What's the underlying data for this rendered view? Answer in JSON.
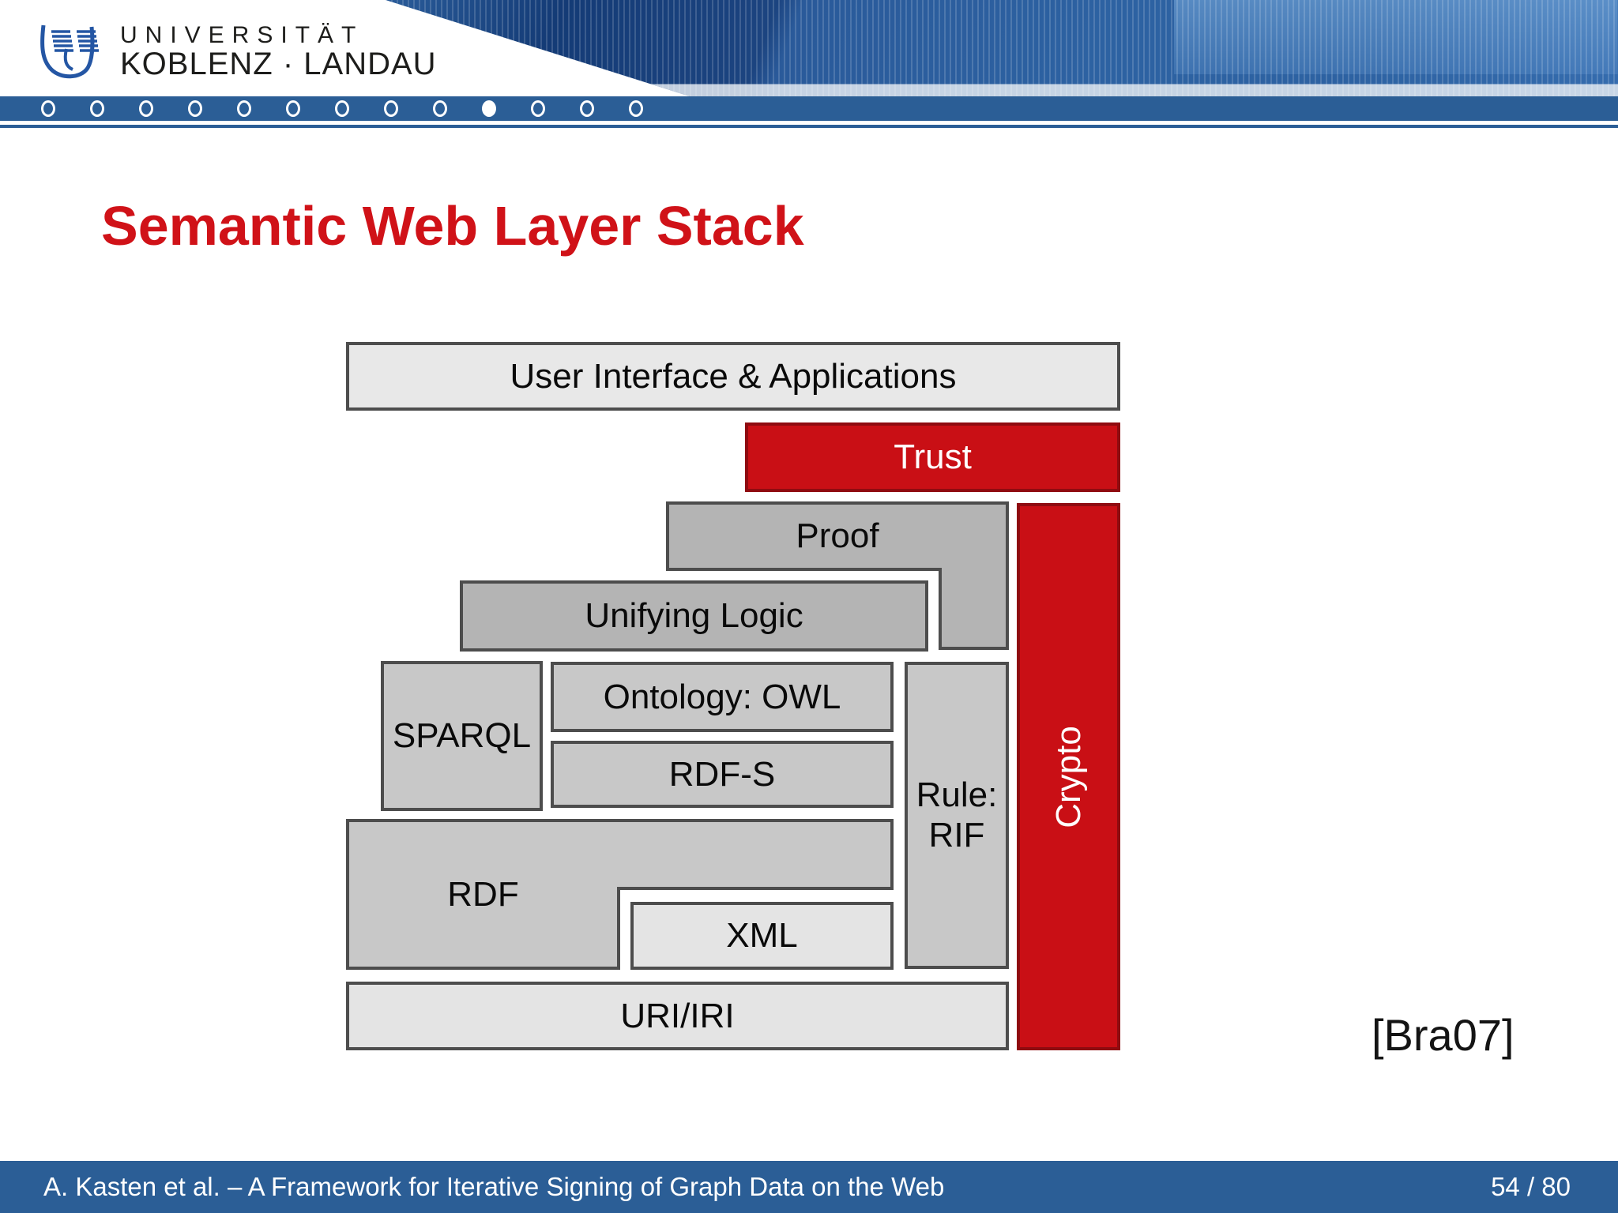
{
  "header": {
    "logo_line1": "UNIVERSITÄT",
    "logo_line2": "KOBLENZ · LANDAU",
    "nav_dots": {
      "count": 13,
      "active_index": 9
    }
  },
  "title": "Semantic Web Layer Stack",
  "diagram": {
    "ui_apps": "User Interface & Applications",
    "trust": "Trust",
    "proof": "Proof",
    "unifying_logic": "Unifying Logic",
    "sparql": "SPARQL",
    "ontology_owl": "Ontology: OWL",
    "rdf_s": "RDF-S",
    "rule_line1": "Rule:",
    "rule_line2": "RIF",
    "rdf": "RDF",
    "xml": "XML",
    "uri_iri": "URI/IRI",
    "crypto": "Crypto",
    "citation": "[Bra07]"
  },
  "footer": {
    "left": "A. Kasten et al. – A Framework for Iterative Signing of Graph Data on the Web",
    "right": "54 / 80"
  },
  "colors": {
    "bar_blue": "#2b5e96",
    "red_fill": "#c90f15",
    "red_border": "#8f0b10",
    "title_red": "#d01218",
    "box_border": "#4d4d4d",
    "fill_light": "#e8e8e8",
    "fill_medium": "#c8c8c8",
    "fill_dark": "#b4b4b4",
    "fill_lightest": "#e4e4e4"
  }
}
